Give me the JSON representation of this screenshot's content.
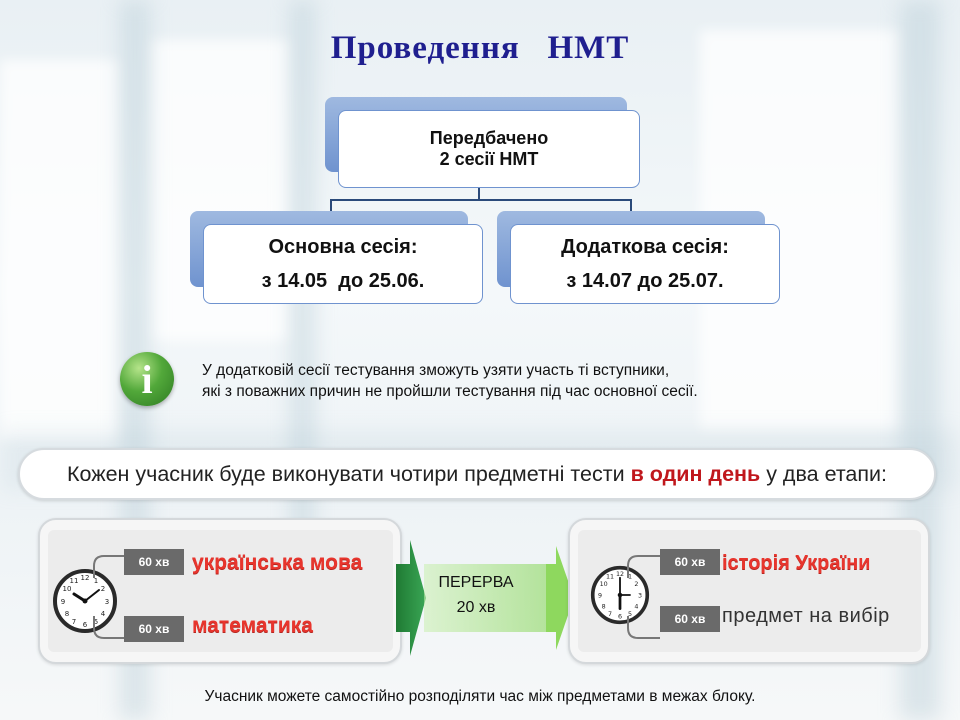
{
  "title": "Проведення   НМТ",
  "top_node": {
    "line1": "Передбачено",
    "line2": "2 сесії НМТ"
  },
  "main_session": {
    "line1": "Основна сесія:",
    "line2": "з 14.05  до 25.06."
  },
  "extra_session": {
    "line1": "Додаткова сесія:",
    "line2": "з 14.07 до 25.07."
  },
  "info": {
    "icon": "info-icon",
    "line1": "У додатковій сесії тестування зможуть узяти участь ті вступники,",
    "line2": "які з поважних причин не пройшли тестування під час основної сесії."
  },
  "statement": {
    "before": "Кожен учасник буде виконувати чотири предметні тести ",
    "highlight": "в один день",
    "after": " у два етапи:"
  },
  "block1": {
    "badge1": "60 хв",
    "subject1": "українська мова",
    "badge2": "60 хв",
    "subject2": "математика"
  },
  "break": {
    "line1": "ПЕРЕРВА",
    "line2": "20 хв"
  },
  "block2": {
    "badge1": "60 хв",
    "subject1": "історія України",
    "badge2": "60 хв",
    "subject2": "предмет на вибір"
  },
  "footer": "Учасник можете самостійно розподіляти час між предметами в межах блоку.",
  "colors": {
    "title": "#1f1f8f",
    "highlight": "#c0171c",
    "subject_red": "#e8352d",
    "arrow_green": "#2e8b3a"
  }
}
